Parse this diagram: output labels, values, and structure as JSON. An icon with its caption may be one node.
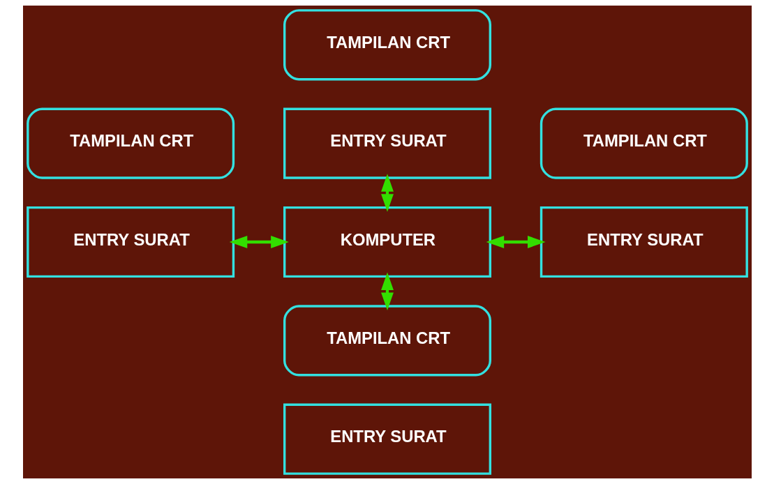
{
  "diagram": {
    "nodes": [
      {
        "text": [
          "TAMPILAN CRT"
        ]
      },
      {
        "text": [
          "ENTRY SURAT"
        ]
      },
      {
        "text": [
          "TAMPILAN CRT"
        ]
      },
      {
        "text": [
          "ENTRY SURAT"
        ]
      },
      {
        "text": [
          "TAMPILAN CRT"
        ]
      },
      {
        "text": [
          "ENTRY SURAT"
        ]
      },
      {
        "text": [
          "KOMPUTER"
        ]
      },
      {
        "text": [
          "TAMPILAN CRT"
        ]
      },
      {
        "text": [
          "ENTRY SURAT"
        ]
      }
    ],
    "edges": [
      {
        "from": 1,
        "to": 6,
        "arrow": "both"
      },
      {
        "from": 3,
        "to": 6,
        "arrow": "both"
      },
      {
        "from": 6,
        "to": 5,
        "arrow": "both"
      },
      {
        "from": 6,
        "to": 7,
        "arrow": "both"
      }
    ]
  }
}
